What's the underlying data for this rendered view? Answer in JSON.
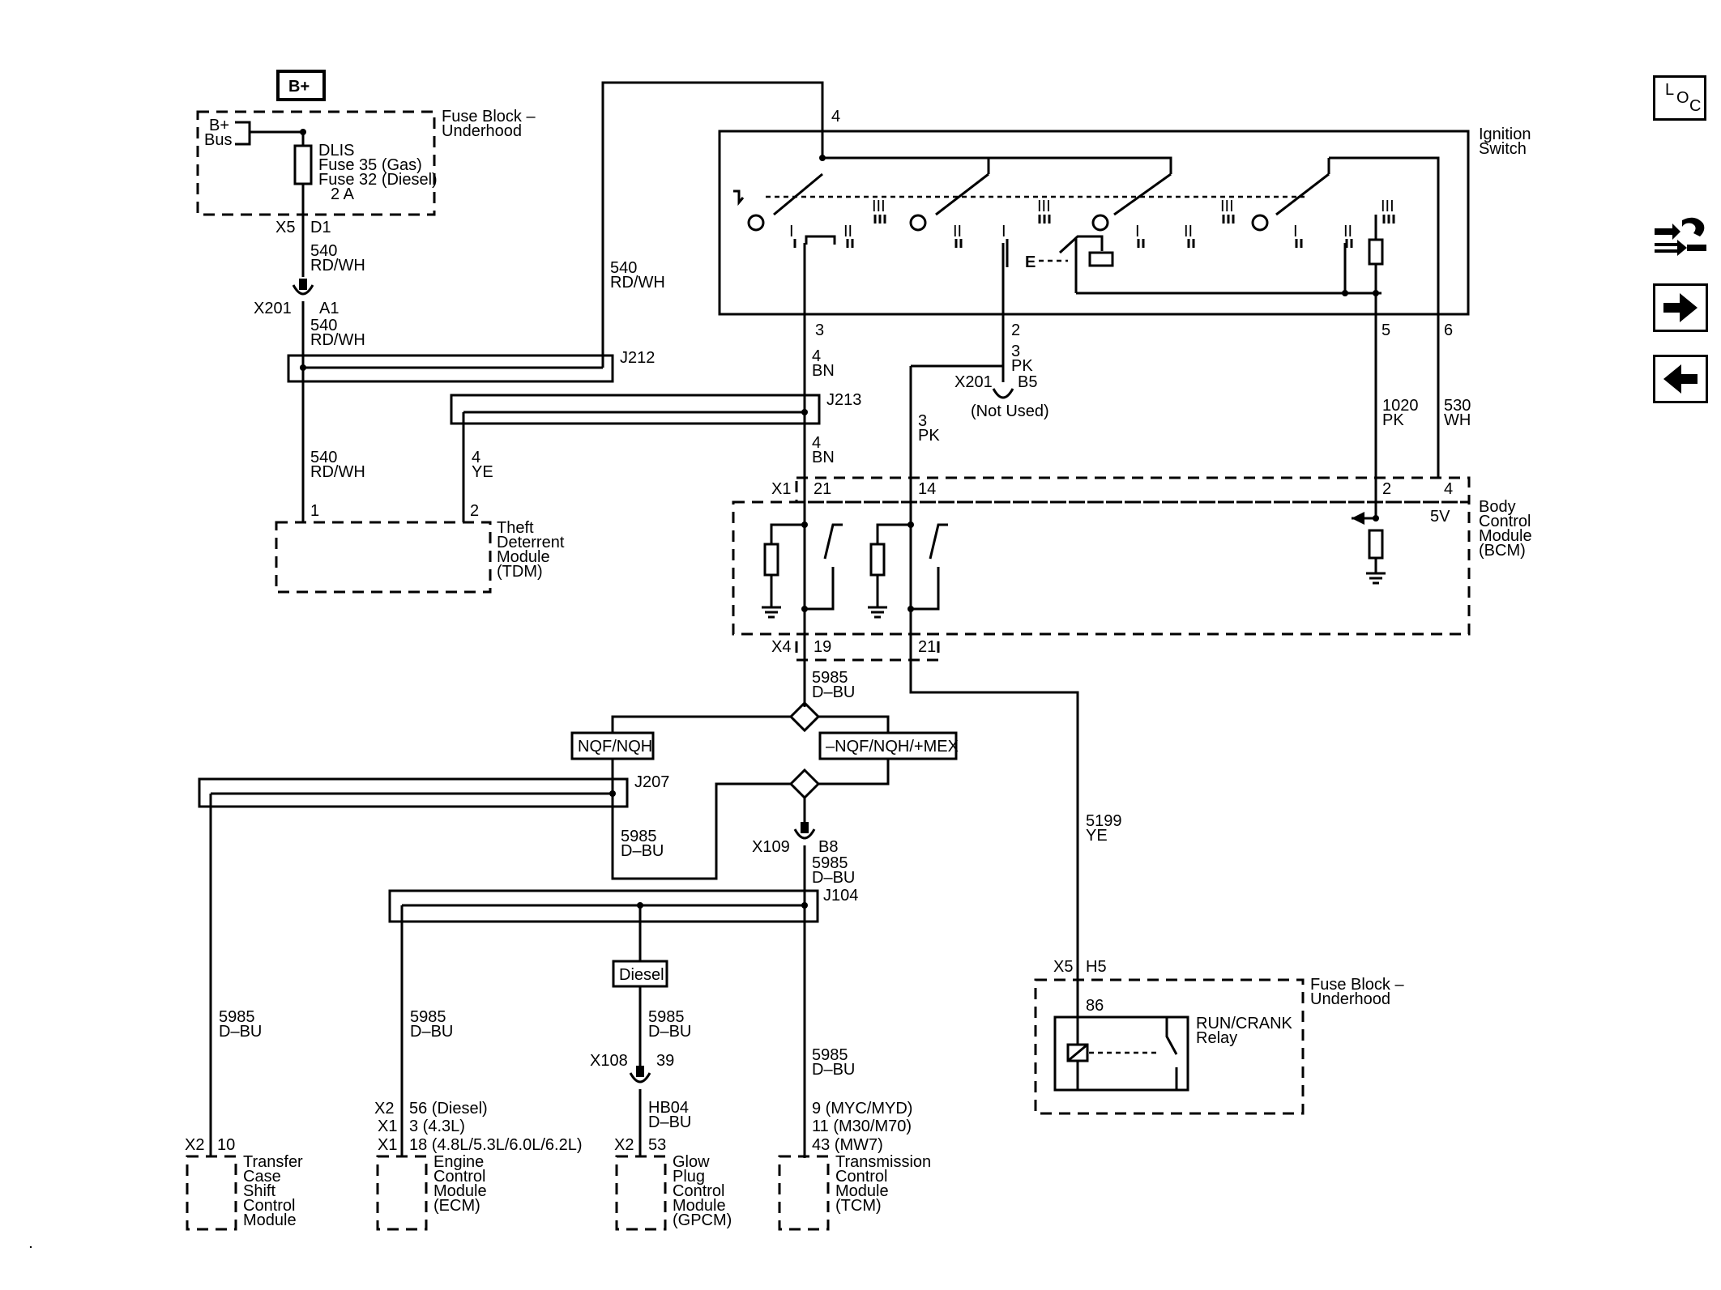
{
  "diagram": {
    "power": {
      "bplus": "B+",
      "bplus_bus": [
        "B+",
        "Bus"
      ]
    },
    "fuse_block_top": {
      "title": [
        "Fuse Block –",
        "Underhood"
      ],
      "fuse": [
        "DLIS",
        "Fuse 35 (Gas)",
        "Fuse 32 (Diesel)",
        "2 A"
      ],
      "connector": "X5",
      "pin": "D1"
    },
    "wire_540_a": [
      "540",
      "RD/WH"
    ],
    "x201_a1": {
      "connector": "X201",
      "pin": "A1"
    },
    "wire_540_b": [
      "540",
      "RD/WH"
    ],
    "wire_540_c": [
      "540",
      "RD/WH"
    ],
    "wire_540_d": [
      "540",
      "RD/WH"
    ],
    "splices": {
      "j212": "J212",
      "j213": "J213",
      "j207": "J207",
      "j104": "J104"
    },
    "tdm": {
      "title": [
        "Theft",
        "Deterrent",
        "Module",
        "(TDM)"
      ],
      "pin1": "1",
      "pin2": "2"
    },
    "wire_4ye": [
      "4",
      "YE"
    ],
    "ignition_switch": {
      "title": [
        "Ignition",
        "Switch"
      ],
      "pins": {
        "p4": "4",
        "p3": "3",
        "p2": "2",
        "p5": "5",
        "p6": "6"
      },
      "pos_labels": {
        "i": "I",
        "ii": "II",
        "iii": "III"
      },
      "key_label": "E"
    },
    "wire_4bn_a": [
      "4",
      "BN"
    ],
    "wire_4bn_b": [
      "4",
      "BN"
    ],
    "wire_3pk_a": [
      "3",
      "PK"
    ],
    "wire_3pk_b": [
      "3",
      "PK"
    ],
    "x201_b5": {
      "connector": "X201",
      "pin": "B5",
      "note": "(Not Used)"
    },
    "wire_1020": [
      "1020",
      "PK"
    ],
    "wire_530": [
      "530",
      "WH"
    ],
    "bcm": {
      "title": [
        "Body",
        "Control",
        "Module",
        "(BCM)"
      ],
      "x1": "X1",
      "x1_p21": "21",
      "x1_p14": "14",
      "x1_p2": "2",
      "x1_p4": "4",
      "x4": "X4",
      "x4_p19": "19",
      "x4_p21": "21",
      "v5": "5V"
    },
    "wire_5985_main": [
      "5985",
      "D–BU"
    ],
    "option_nqf": "NQF/NQH",
    "option_mex": "–NQF/NQH/+MEX",
    "wire_5985_left": [
      "5985",
      "D–BU"
    ],
    "x109": {
      "connector": "X109",
      "pin": "B8"
    },
    "wire_5985_b8": [
      "5985",
      "D–BU"
    ],
    "wire_5199": [
      "5199",
      "YE"
    ],
    "fuse_block_bottom": {
      "title": [
        "Fuse Block –",
        "Underhood"
      ],
      "connector": "X5",
      "pin": "H5",
      "relay_pin": "86",
      "relay": [
        "RUN/CRANK",
        "Relay"
      ]
    },
    "diesel": "Diesel",
    "wire_5985_tc": [
      "5985",
      "D–BU"
    ],
    "wire_5985_ecm": [
      "5985",
      "D–BU"
    ],
    "wire_5985_gp": [
      "5985",
      "D–BU"
    ],
    "wire_5985_tcm": [
      "5985",
      "D–BU"
    ],
    "x108": {
      "connector": "X108",
      "pin": "39"
    },
    "wire_hb04": [
      "HB04",
      "D–BU"
    ],
    "transfer_case": {
      "connector": "X2",
      "pin": "10",
      "title": [
        "Transfer",
        "Case",
        "Shift",
        "Control",
        "Module"
      ]
    },
    "ecm": {
      "pins": [
        [
          "X2",
          "56 (Diesel)"
        ],
        [
          "X1",
          "3 (4.3L)"
        ],
        [
          "X1",
          "18 (4.8L/5.3L/6.0L/6.2L)"
        ]
      ],
      "title": [
        "Engine",
        "Control",
        "Module",
        "(ECM)"
      ]
    },
    "gpcm": {
      "connector": "X2",
      "pin": "53",
      "title": [
        "Glow",
        "Plug",
        "Control",
        "Module",
        "(GPCM)"
      ]
    },
    "tcm": {
      "pins": [
        "9 (MYC/MYD)",
        "11 (M30/M70)",
        "43 (MW7)"
      ],
      "title": [
        "Transmission",
        "Control",
        "Module",
        "(TCM)"
      ]
    }
  },
  "side_nav": {
    "loc": {
      "l": "L",
      "o": "O",
      "c": "C"
    },
    "icons": [
      "component-locator-icon",
      "connector-tool-icon",
      "next-arrow-icon",
      "back-arrow-icon"
    ]
  }
}
